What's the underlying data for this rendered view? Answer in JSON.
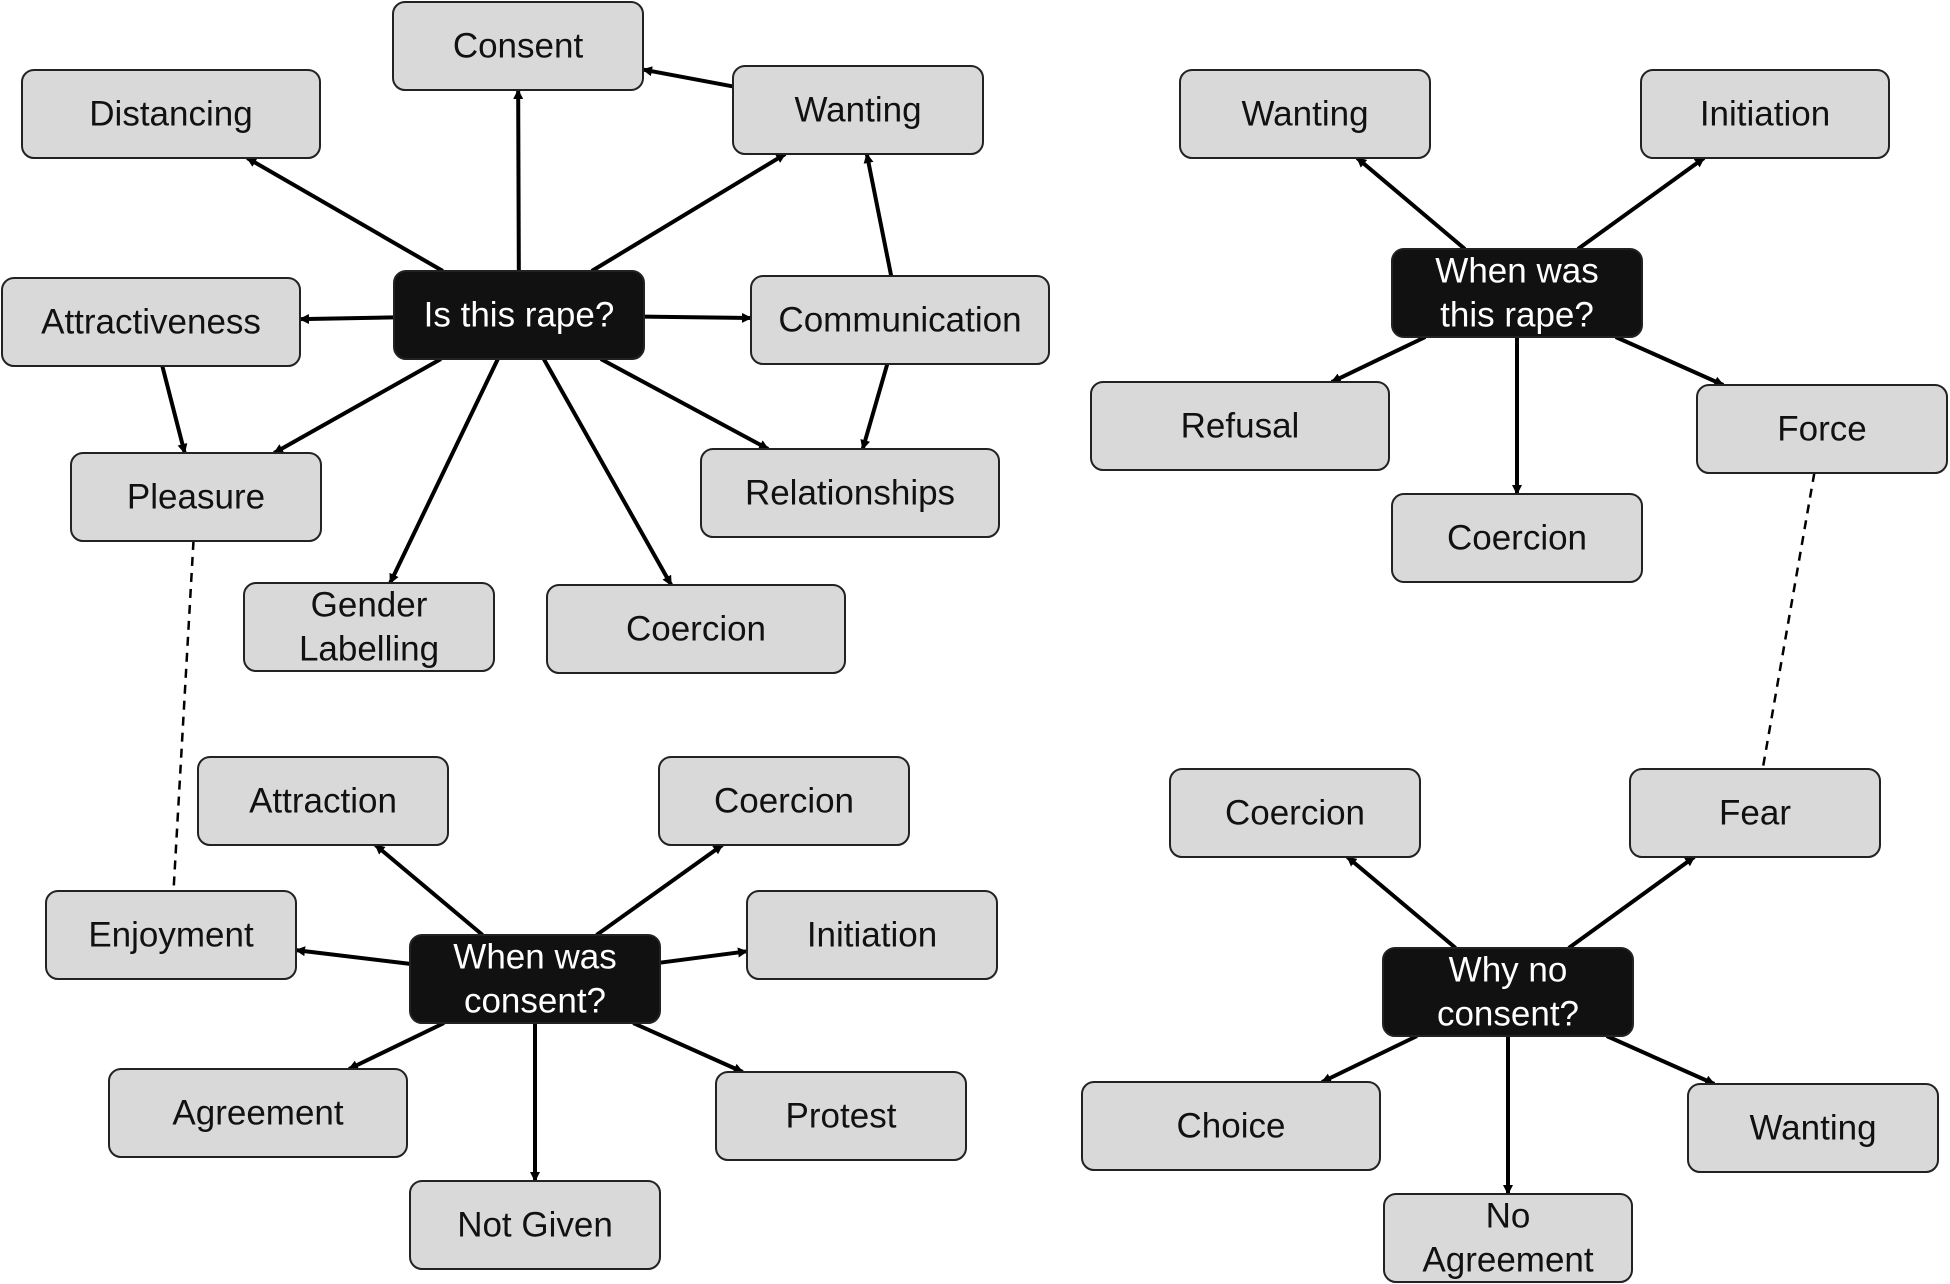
{
  "nodes": {
    "q_rape": {
      "label": [
        "Is this rape?"
      ],
      "kind": "question"
    },
    "q_when_rape": {
      "label": [
        "When was",
        "this rape?"
      ],
      "kind": "question"
    },
    "q_when_consent": {
      "label": [
        "When was",
        "consent?"
      ],
      "kind": "question"
    },
    "q_why_no": {
      "label": [
        "Why no",
        "consent?"
      ],
      "kind": "question"
    },
    "consent": {
      "label": [
        "Consent"
      ],
      "kind": "theme"
    },
    "distancing": {
      "label": [
        "Distancing"
      ],
      "kind": "theme"
    },
    "wanting1": {
      "label": [
        "Wanting"
      ],
      "kind": "theme"
    },
    "attractiveness": {
      "label": [
        "Attractiveness"
      ],
      "kind": "theme"
    },
    "communication": {
      "label": [
        "Communication"
      ],
      "kind": "theme"
    },
    "pleasure": {
      "label": [
        "Pleasure"
      ],
      "kind": "theme"
    },
    "relationships": {
      "label": [
        "Relationships"
      ],
      "kind": "theme"
    },
    "gender": {
      "label": [
        "Gender",
        "Labelling"
      ],
      "kind": "theme"
    },
    "coercion1": {
      "label": [
        "Coercion"
      ],
      "kind": "theme"
    },
    "wanting2": {
      "label": [
        "Wanting"
      ],
      "kind": "theme"
    },
    "initiation1": {
      "label": [
        "Initiation"
      ],
      "kind": "theme"
    },
    "refusal": {
      "label": [
        "Refusal"
      ],
      "kind": "theme"
    },
    "force": {
      "label": [
        "Force"
      ],
      "kind": "theme"
    },
    "coercion2": {
      "label": [
        "Coercion"
      ],
      "kind": "theme"
    },
    "attraction": {
      "label": [
        "Attraction"
      ],
      "kind": "theme"
    },
    "coercion3": {
      "label": [
        "Coercion"
      ],
      "kind": "theme"
    },
    "enjoyment": {
      "label": [
        "Enjoyment"
      ],
      "kind": "theme"
    },
    "initiation2": {
      "label": [
        "Initiation"
      ],
      "kind": "theme"
    },
    "agreement": {
      "label": [
        "Agreement"
      ],
      "kind": "theme"
    },
    "protest": {
      "label": [
        "Protest"
      ],
      "kind": "theme"
    },
    "notgiven": {
      "label": [
        "Not Given"
      ],
      "kind": "theme"
    },
    "coercion4": {
      "label": [
        "Coercion"
      ],
      "kind": "theme"
    },
    "fear": {
      "label": [
        "Fear"
      ],
      "kind": "theme"
    },
    "choice": {
      "label": [
        "Choice"
      ],
      "kind": "theme"
    },
    "wanting3": {
      "label": [
        "Wanting"
      ],
      "kind": "theme"
    },
    "noagreement": {
      "label": [
        "No",
        "Agreement"
      ],
      "kind": "theme"
    }
  },
  "edges": [
    {
      "from": "q_rape",
      "to": "consent",
      "style": "arrow"
    },
    {
      "from": "q_rape",
      "to": "distancing",
      "style": "arrow"
    },
    {
      "from": "q_rape",
      "to": "attractiveness",
      "style": "arrow"
    },
    {
      "from": "q_rape",
      "to": "wanting1",
      "style": "arrow"
    },
    {
      "from": "q_rape",
      "to": "communication",
      "style": "arrow"
    },
    {
      "from": "q_rape",
      "to": "pleasure",
      "style": "arrow"
    },
    {
      "from": "q_rape",
      "to": "gender",
      "style": "arrow"
    },
    {
      "from": "q_rape",
      "to": "coercion1",
      "style": "arrow"
    },
    {
      "from": "q_rape",
      "to": "relationships",
      "style": "arrow"
    },
    {
      "from": "wanting1",
      "to": "consent",
      "style": "arrow"
    },
    {
      "from": "communication",
      "to": "wanting1",
      "style": "arrow"
    },
    {
      "from": "communication",
      "to": "relationships",
      "style": "arrow"
    },
    {
      "from": "attractiveness",
      "to": "pleasure",
      "style": "arrow"
    },
    {
      "from": "q_when_rape",
      "to": "wanting2",
      "style": "arrow"
    },
    {
      "from": "q_when_rape",
      "to": "initiation1",
      "style": "arrow"
    },
    {
      "from": "q_when_rape",
      "to": "refusal",
      "style": "arrow"
    },
    {
      "from": "q_when_rape",
      "to": "coercion2",
      "style": "arrow"
    },
    {
      "from": "q_when_rape",
      "to": "force",
      "style": "arrow"
    },
    {
      "from": "q_when_consent",
      "to": "attraction",
      "style": "arrow"
    },
    {
      "from": "q_when_consent",
      "to": "coercion3",
      "style": "arrow"
    },
    {
      "from": "q_when_consent",
      "to": "enjoyment",
      "style": "arrow"
    },
    {
      "from": "q_when_consent",
      "to": "initiation2",
      "style": "arrow"
    },
    {
      "from": "q_when_consent",
      "to": "agreement",
      "style": "arrow"
    },
    {
      "from": "q_when_consent",
      "to": "protest",
      "style": "arrow"
    },
    {
      "from": "q_when_consent",
      "to": "notgiven",
      "style": "arrow"
    },
    {
      "from": "q_why_no",
      "to": "coercion4",
      "style": "arrow"
    },
    {
      "from": "q_why_no",
      "to": "fear",
      "style": "arrow"
    },
    {
      "from": "q_why_no",
      "to": "choice",
      "style": "arrow"
    },
    {
      "from": "q_why_no",
      "to": "noagreement",
      "style": "arrow"
    },
    {
      "from": "q_why_no",
      "to": "wanting3",
      "style": "arrow"
    },
    {
      "from": "pleasure",
      "to": "enjoyment",
      "style": "dashed"
    },
    {
      "from": "force",
      "to": "fear",
      "style": "dashed"
    }
  ],
  "colors": {
    "question_fill": "#111111",
    "question_text": "#ffffff",
    "theme_fill": "#d9d9d9",
    "theme_text": "#111111",
    "border": "#222222",
    "edge": "#000000"
  }
}
